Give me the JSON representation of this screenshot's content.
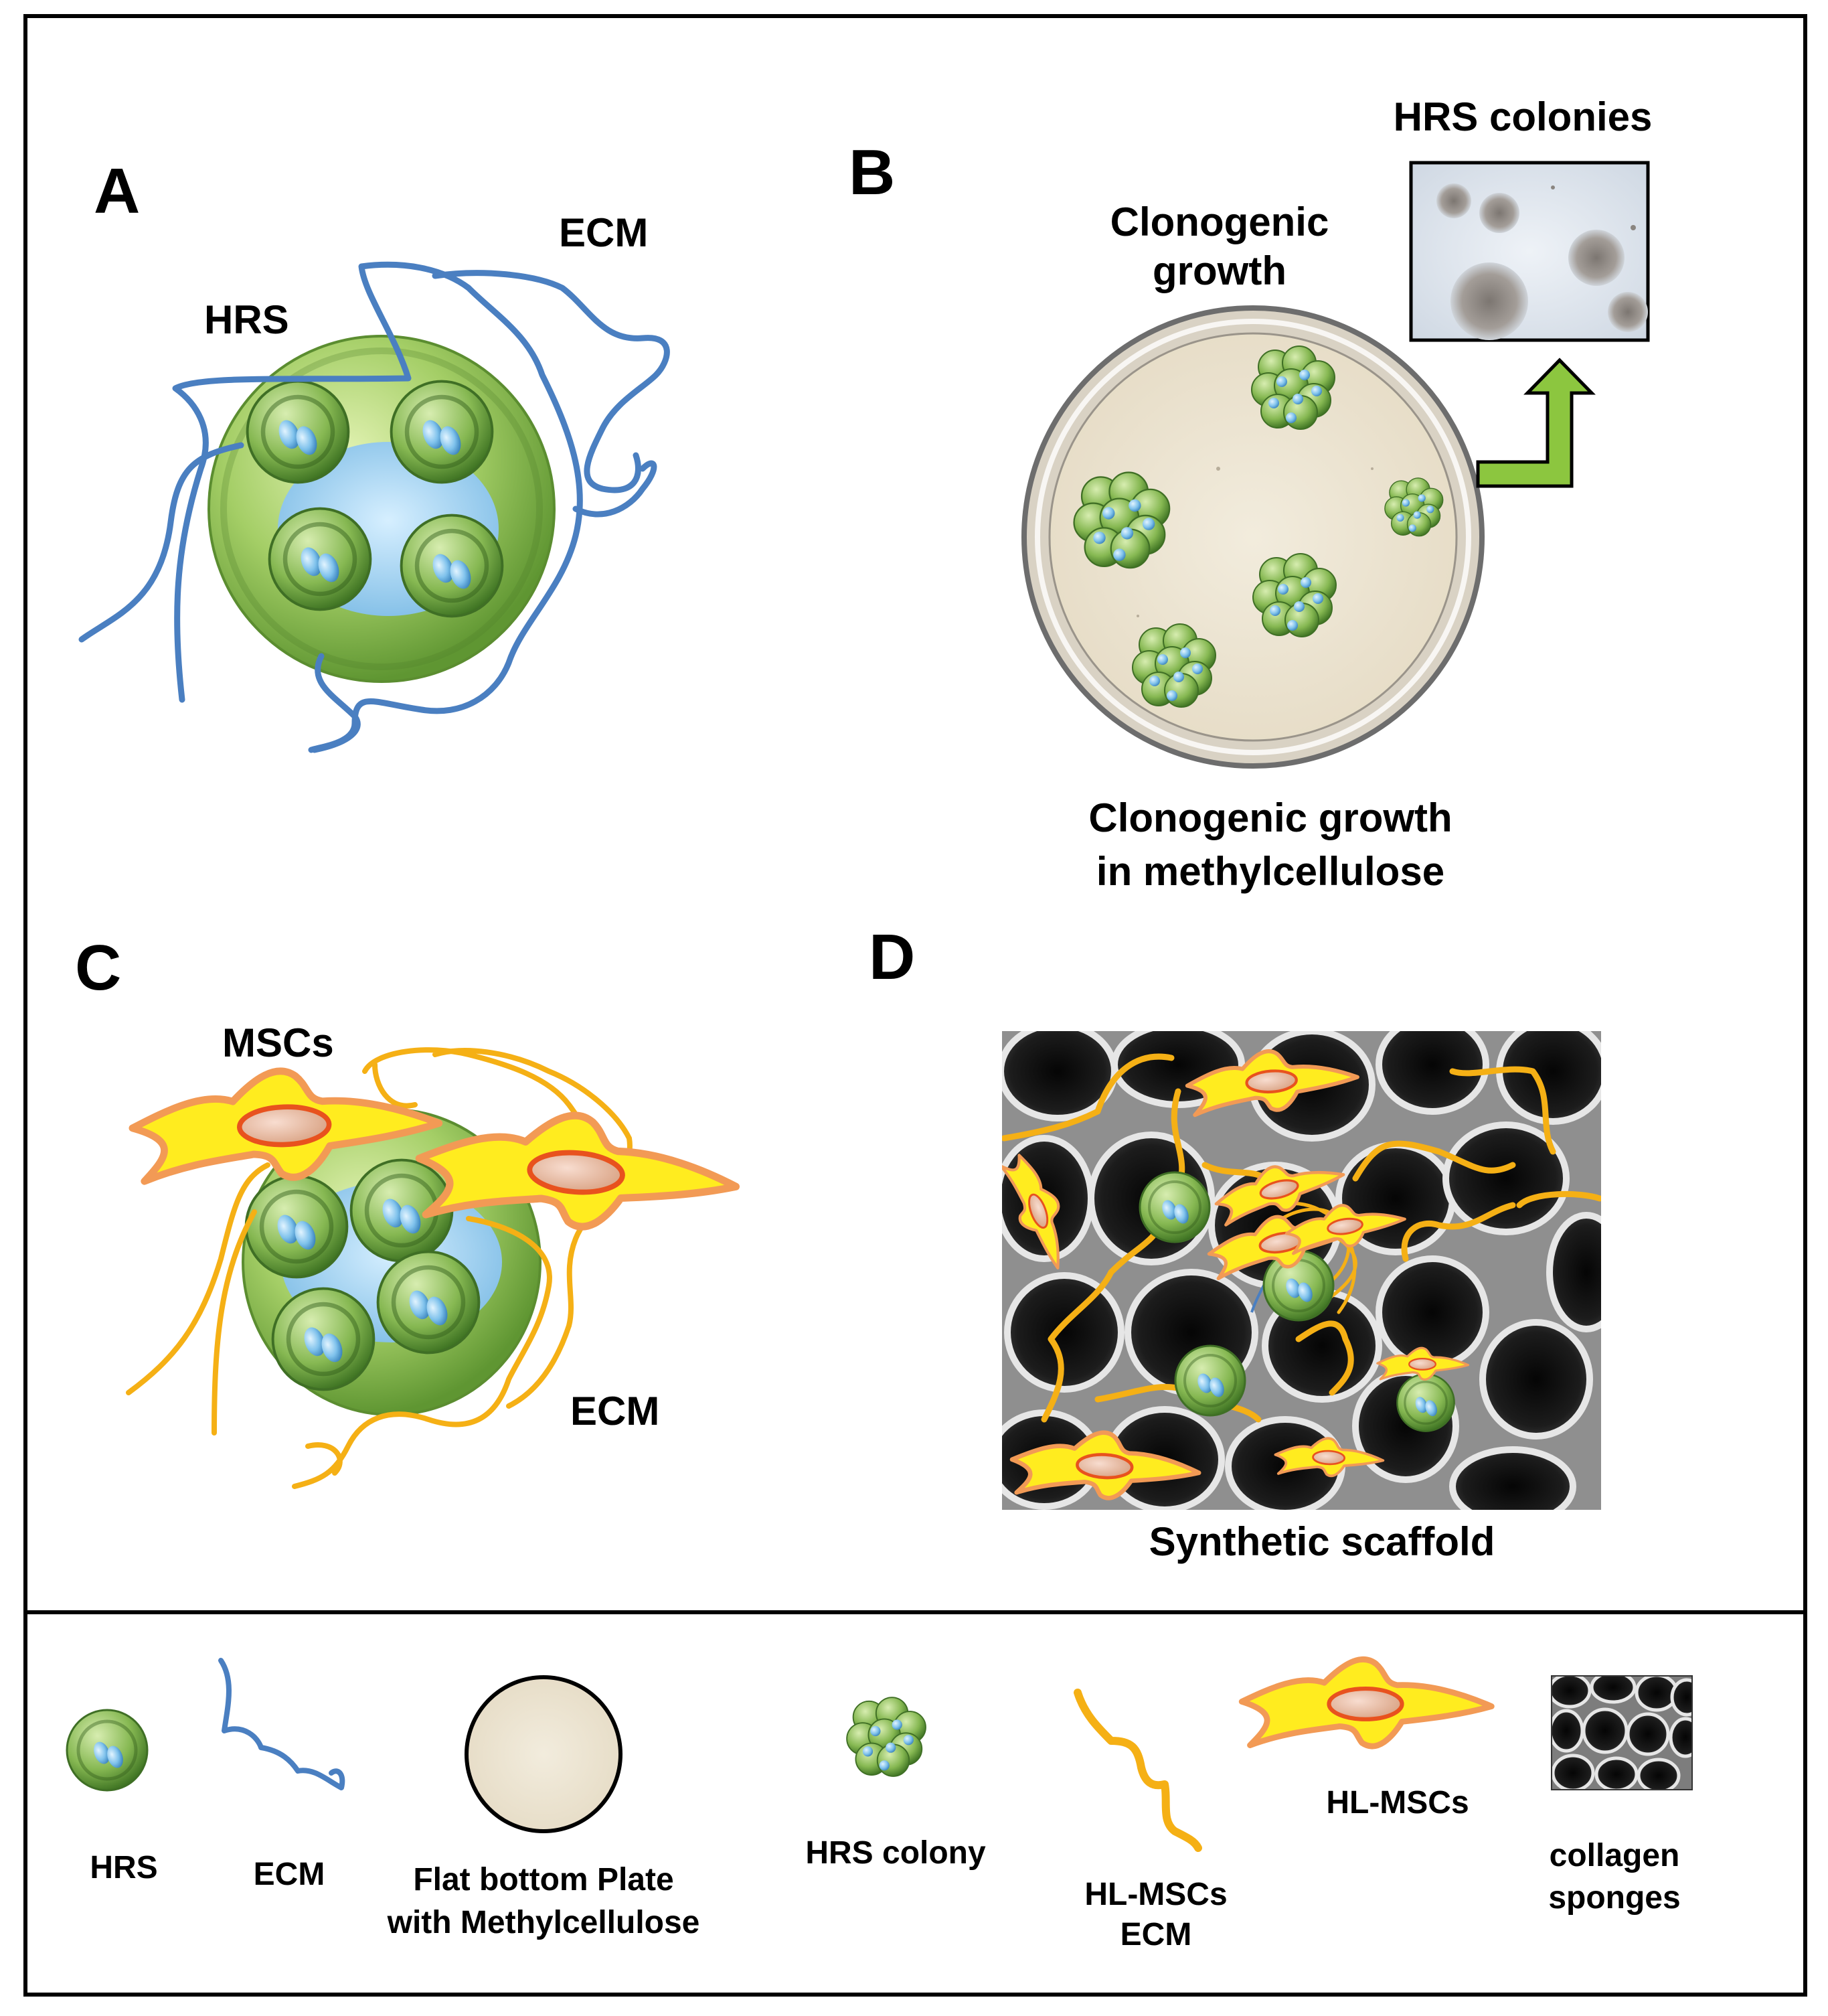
{
  "panels": {
    "a": {
      "letter": "A",
      "hrs_label": "HRS",
      "ecm_label": "ECM"
    },
    "b": {
      "letter": "B",
      "top_caption": [
        "Clonogenic",
        "growth"
      ],
      "inset_title": "HRS colonies",
      "bottom_caption": [
        "Clonogenic growth",
        "in methylcellulose"
      ]
    },
    "c": {
      "letter": "C",
      "msc_label": "MSCs",
      "ecm_label": "ECM"
    },
    "d": {
      "letter": "D",
      "caption": "Synthetic scaffold"
    }
  },
  "legend": {
    "items": [
      {
        "icon": "hrs-cell-icon",
        "label": [
          "HRS"
        ]
      },
      {
        "icon": "ecm-fiber-icon",
        "label": [
          "ECM"
        ]
      },
      {
        "icon": "methylcellulose-plate-icon",
        "label": [
          "Flat bottom Plate",
          "with Methylcellulose"
        ]
      },
      {
        "icon": "hrs-colony-icon",
        "label": [
          "HRS colony"
        ]
      },
      {
        "icon": "hl-msc-ecm-fiber-icon",
        "label": [
          "HL-MSCs",
          "ECM"
        ]
      },
      {
        "icon": "hl-msc-cell-icon",
        "label": [
          "HL-MSCs"
        ]
      },
      {
        "icon": "collagen-sponge-icon",
        "label": [
          "collagen",
          "sponges"
        ]
      }
    ]
  },
  "colors": {
    "ecm_blue": "#4a7fc1",
    "msc_ecm_orange": "#f5b015",
    "cell_green": "#8fc05a",
    "nucleus_blue": "#6cb6e6",
    "msc_yellow": "#ffe81a",
    "msc_nucleus": "#e9b8a0",
    "plate_fill": "#eee6d4",
    "arrow_green": "#8cc63f"
  }
}
